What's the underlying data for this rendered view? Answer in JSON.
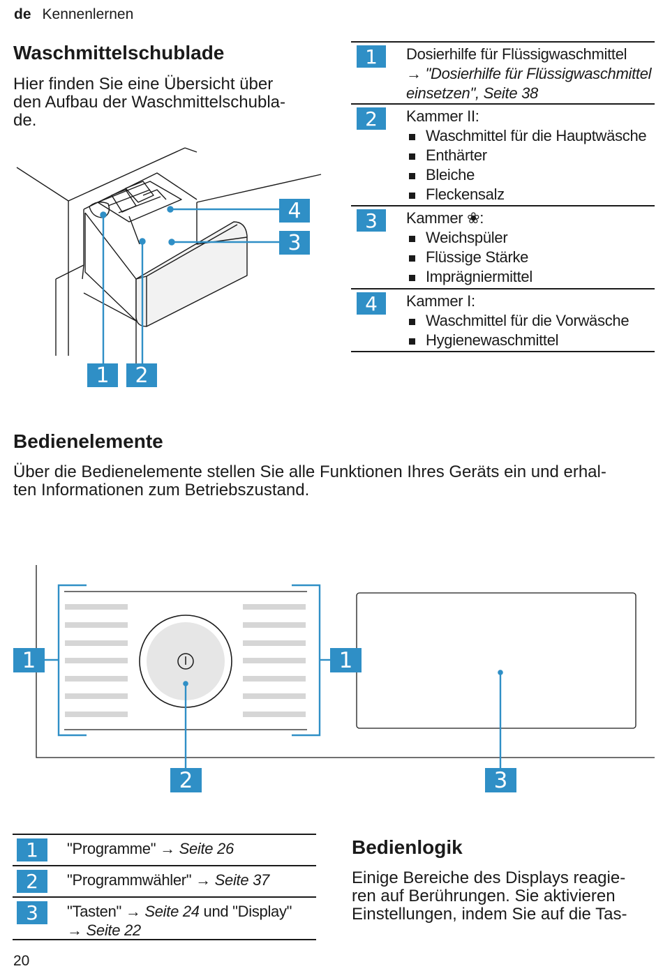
{
  "header": {
    "lang": "de",
    "section": "Kennenlernen"
  },
  "drawer_section": {
    "title": "Waschmittelschublade",
    "intro_lines": [
      "Hier finden Sie eine Übersicht über",
      "den Aufbau der Waschmittelschubla-",
      "de."
    ],
    "callouts": [
      "1",
      "2",
      "3",
      "4"
    ]
  },
  "drawer_legend": [
    {
      "num": "1",
      "line1": "Dosierhilfe für Flüssigwaschmittel",
      "ref_arrow": "→",
      "ref_line1": "\"Dosierhilfe für Flüssigwaschmittel",
      "ref_line2": "einsetzen\", Seite 38"
    },
    {
      "num": "2",
      "title": "Kammer II:",
      "bullets": [
        "Waschmittel für die Hauptwäsche",
        "Enthärter",
        "Bleiche",
        "Fleckensalz"
      ]
    },
    {
      "num": "3",
      "title": "Kammer ❀:",
      "bullets": [
        "Weichspüler",
        "Flüssige Stärke",
        "Imprägniermittel"
      ]
    },
    {
      "num": "4",
      "title": "Kammer I:",
      "bullets": [
        "Waschmittel für die Vorwäsche",
        "Hygienewaschmittel"
      ]
    }
  ],
  "controls_section": {
    "title": "Bedienelemente",
    "intro_lines": [
      "Über die Bedienelemente stellen Sie alle Funktionen Ihres Geräts ein und erhal-",
      "ten Informationen zum Betriebszustand."
    ],
    "callouts": {
      "left": "1",
      "right": "1",
      "knob": "2",
      "display": "3"
    },
    "power_symbol": "power-icon"
  },
  "controls_legend": [
    {
      "num": "1",
      "text": "\"Programme\"",
      "arrow": "→",
      "ref": "Seite 26"
    },
    {
      "num": "2",
      "text": "\"Programmwähler\"",
      "arrow": "→",
      "ref": "Seite 37"
    },
    {
      "num": "3",
      "text": "\"Tasten\"",
      "arrow": "→",
      "ref": "Seite 24",
      "text2": "und \"Display\"",
      "arrow2": "→",
      "ref2": "Seite 22"
    }
  ],
  "logic_section": {
    "title": "Bedienlogik",
    "lines": [
      "Einige Bereiche des Displays reagie-",
      "ren auf Berührungen. Sie aktivieren",
      "Einstellungen, indem Sie auf die Tas-"
    ]
  },
  "page_number": "20",
  "colors": {
    "accent": "#2f8fc6",
    "text": "#1a1a1a"
  }
}
